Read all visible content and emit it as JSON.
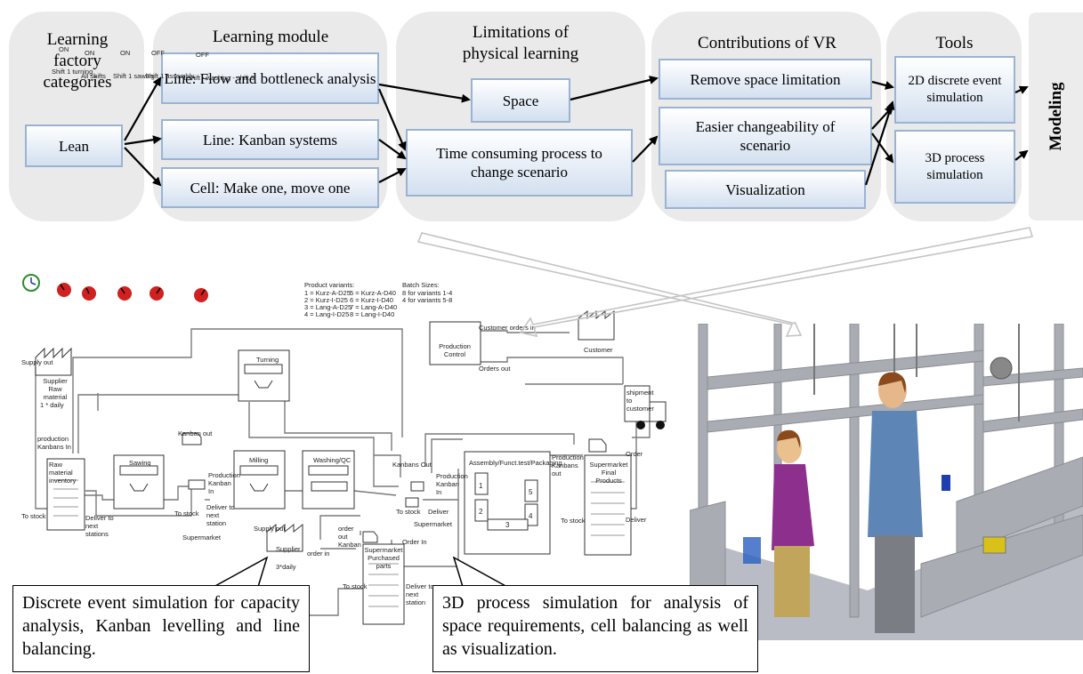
{
  "columns": {
    "learning_factory": "Learning factory categories",
    "learning_module": "Learning module",
    "limitations": "Limitations of physical learning",
    "contributions": "Contributions of VR",
    "tools": "Tools",
    "modeling": "Modeling"
  },
  "boxes": {
    "lean": "Lean",
    "line_flow": "Line: Flow and bottleneck analysis",
    "line_kanban": "Line: Kanban systems",
    "cell": "Cell: Make one, move one",
    "space": "Space",
    "time_consuming": "Time consuming process to change scenario",
    "remove_space": "Remove space limitation",
    "easier_change": "Easier changeability of scenario",
    "visualization": "Visualization",
    "des_2d": "2D discrete event simulation",
    "sim_3d": "3D process simulation"
  },
  "callouts": {
    "left": "Discrete event simulation for capacity analysis, Kanban levelling and line balancing.",
    "right": "3D process simulation for analysis of space requirements, cell balancing as well as visualization."
  },
  "des": {
    "shifts": [
      {
        "state": "ON",
        "label": "Shift 1 turning"
      },
      {
        "state": "ON",
        "label": "All shifts"
      },
      {
        "state": "ON",
        "label": "Shift 1 sawing"
      },
      {
        "state": "OFF",
        "label": "Shift 1 assembly"
      },
      {
        "state": "OFF",
        "label": "1 shift - washing - shift 3"
      }
    ],
    "variants_title": "Product variants:",
    "variants": [
      "1 = Kurz-A-D25",
      "2 = Kurz-I-D25",
      "3 = Lang-A-D25",
      "4 = Lang-I-D25",
      "5 = Kurz-A-D40",
      "6 = Kurz-I-D40",
      "7 = Lang-A-D40",
      "8 = Lang-I-D40"
    ],
    "batch_title": "Batch Sizes:",
    "batch": [
      "8 for variants 1-4",
      "4 for variants 5-8"
    ],
    "supply_out": "Supply out",
    "supplier_raw": "Supplier Raw material",
    "daily1": "1 * daily",
    "production_kanbans_in": "production Kanbans In",
    "raw_inventory": "Raw material inventory",
    "to_stock": "To stock",
    "deliver_next": "Deliver to next stations",
    "sawing": "Sawing",
    "kanban_out": "Kanban out",
    "production_kanban_in": "Production Kanban In",
    "milling": "Milling",
    "deliver_next_station": "Deliver to next station",
    "washing": "Washing/QC",
    "turning": "Turning",
    "supermarket": "Supermarket",
    "supplier": "Supplier",
    "daily3": "3*daily",
    "order_out_kanban": "order out Kanban",
    "order_in": "order in",
    "order_in2": "Order In",
    "sm_purchased": "Supermarket Purchased parts",
    "kanbans_out": "Kanbans Out",
    "deliver": "Deliver",
    "assembly": "Assembly/Funct.test/Packaging",
    "production_kanbans_out": "Production Kanbans out",
    "sm_final": "Supermarket Final Products",
    "order": "Order",
    "customer_orders_in": "Customer orders in",
    "production_control": "Production Control",
    "orders_out": "Orders out",
    "customer": "Customer",
    "shipment": "shipment to customer"
  },
  "colors": {
    "panel": "#eaeaea",
    "box_border": "#9bb3d3",
    "box_fill": "#d3e0f0",
    "des_line": "#7a7a7a",
    "floor_3d": "#b9bcc4"
  }
}
